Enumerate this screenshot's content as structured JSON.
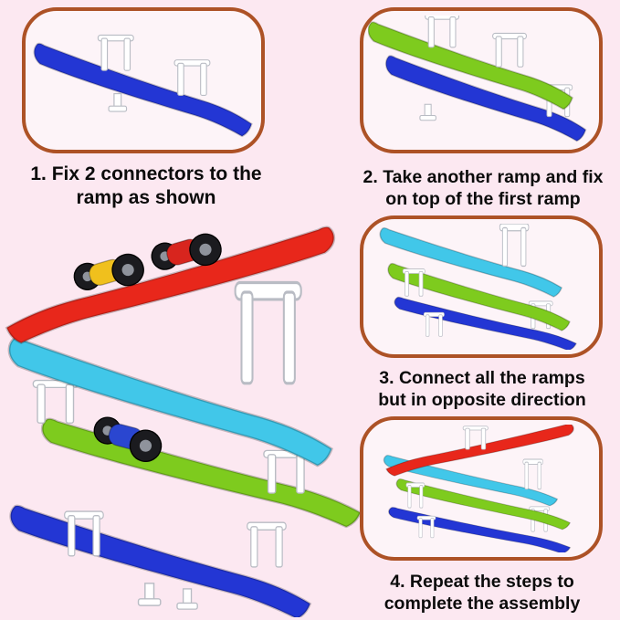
{
  "colors": {
    "background": "#fce8f1",
    "panel_bg": "#fdf4f8",
    "panel_border": "#ad5226",
    "text": "#0b0b0b",
    "blue": "#2336d4",
    "green": "#7ecb1e",
    "cyan": "#41c7e9",
    "red": "#e8271b",
    "white_parts": "#ffffff",
    "car_yellow": "#f0c01d",
    "car_red": "#d8251e",
    "car_blue": "#2a46d0",
    "wheel": "#1b1b1f"
  },
  "steps": [
    {
      "lines": [
        "1. Fix 2 connectors to the",
        "ramp as shown"
      ]
    },
    {
      "lines": [
        "2. Take another ramp and fix",
        "on top of the first ramp"
      ]
    },
    {
      "lines": [
        "3. Connect all the ramps",
        "but in opposite direction"
      ]
    },
    {
      "lines": [
        "4. Repeat the steps to",
        "complete the assembly"
      ]
    }
  ],
  "main_image": {
    "alt": "Fully assembled four-level ramp racer with toy cars"
  }
}
